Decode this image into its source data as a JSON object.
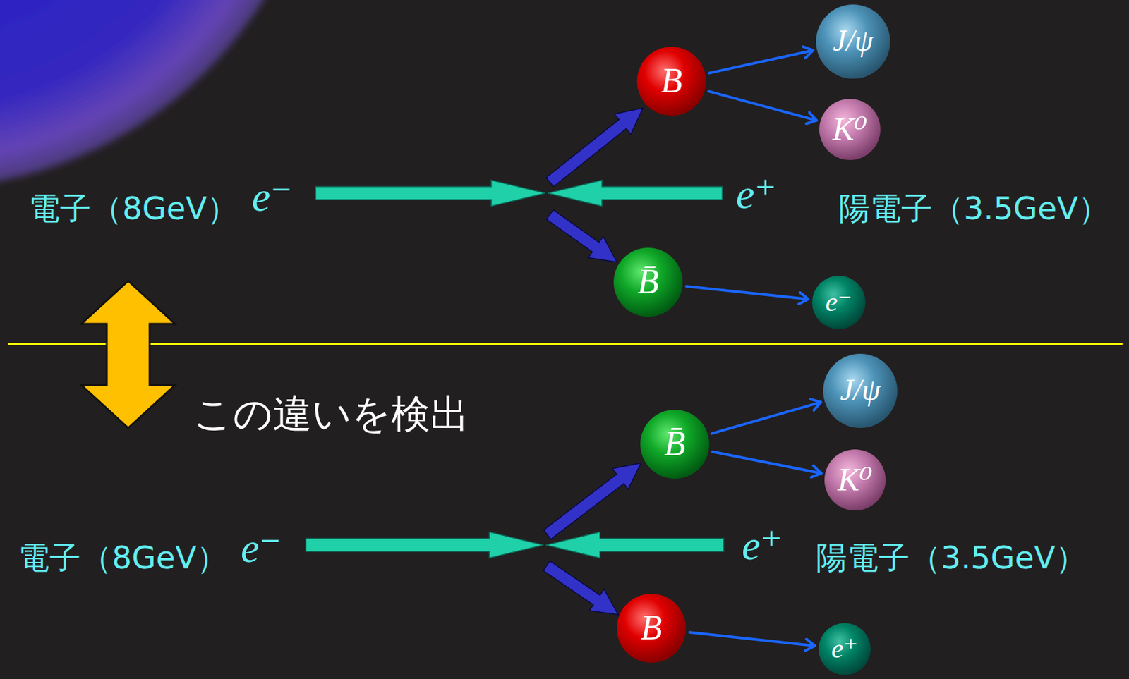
{
  "diagram": {
    "nodes": [
      {
        "text": [
          "B"
        ]
      },
      {
        "text": [
          "J/ψ"
        ]
      },
      {
        "text": [
          "K⁰"
        ]
      },
      {
        "text": [
          "B̄"
        ]
      },
      {
        "text": [
          "e⁻"
        ]
      },
      {
        "text": [
          "B̄"
        ]
      },
      {
        "text": [
          "J/ψ"
        ]
      },
      {
        "text": [
          "K⁰"
        ]
      },
      {
        "text": [
          "B"
        ]
      },
      {
        "text": [
          "e⁺"
        ]
      }
    ],
    "edges": [
      {
        "from": 0,
        "to": 1,
        "arrow": "to"
      },
      {
        "from": 0,
        "to": 2,
        "arrow": "to"
      },
      {
        "from": 3,
        "to": 4,
        "arrow": "to"
      },
      {
        "from": 5,
        "to": 6,
        "arrow": "to"
      },
      {
        "from": 5,
        "to": 7,
        "arrow": "to"
      },
      {
        "from": 8,
        "to": 9,
        "arrow": "to"
      }
    ],
    "labels": [
      "電子（8GeV）",
      "e⁻",
      "e⁺",
      "陽電子（3.5GeV）",
      "この違いを検出",
      "電子（8GeV）",
      "e⁻",
      "e⁺",
      "陽電子（3.5GeV）"
    ]
  }
}
